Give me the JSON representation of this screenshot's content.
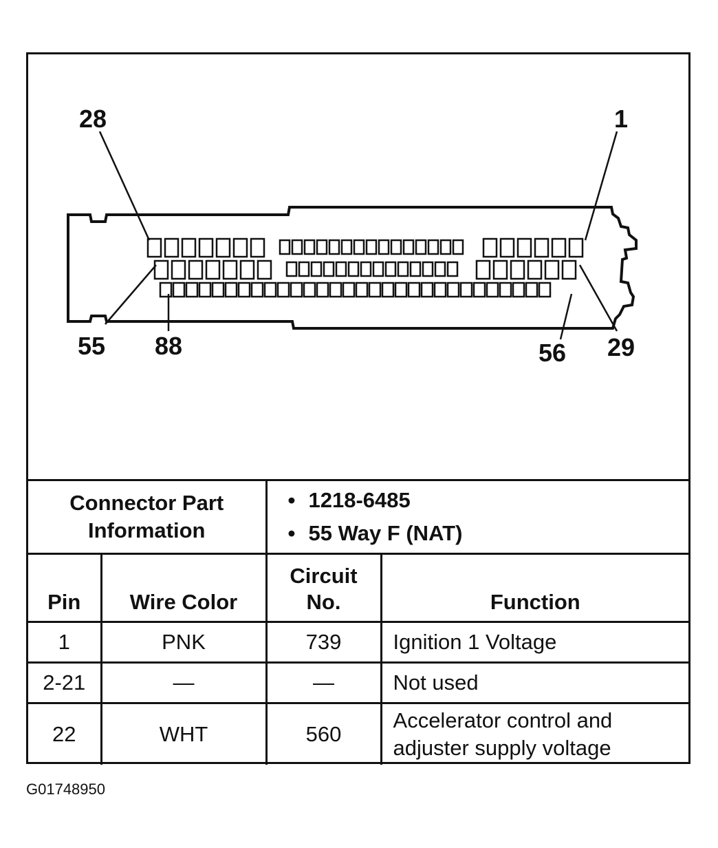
{
  "diagram": {
    "pin_labels": {
      "top_left": "28",
      "top_right": "1",
      "bottom_left_outer": "55",
      "bottom_left_inner": "88",
      "bottom_right_inner": "56",
      "bottom_right_outer": "29"
    }
  },
  "connector_info": {
    "label_line1": "Connector Part",
    "label_line2": "Information",
    "items": [
      "1218-6485",
      "55 Way F (NAT)"
    ]
  },
  "table": {
    "headers": {
      "pin": "Pin",
      "wire_color": "Wire Color",
      "circuit_line1": "Circuit",
      "circuit_line2": "No.",
      "function": "Function"
    },
    "rows": [
      {
        "pin": "1",
        "wire_color": "PNK",
        "circuit": "739",
        "function": "Ignition 1 Voltage"
      },
      {
        "pin": "2-21",
        "wire_color": "—",
        "circuit": "—",
        "function": "Not used"
      },
      {
        "pin": "22",
        "wire_color": "WHT",
        "circuit": "560",
        "function_line1": "Accelerator control and",
        "function_line2": "adjuster supply voltage"
      }
    ]
  },
  "figure_id": "G01748950"
}
